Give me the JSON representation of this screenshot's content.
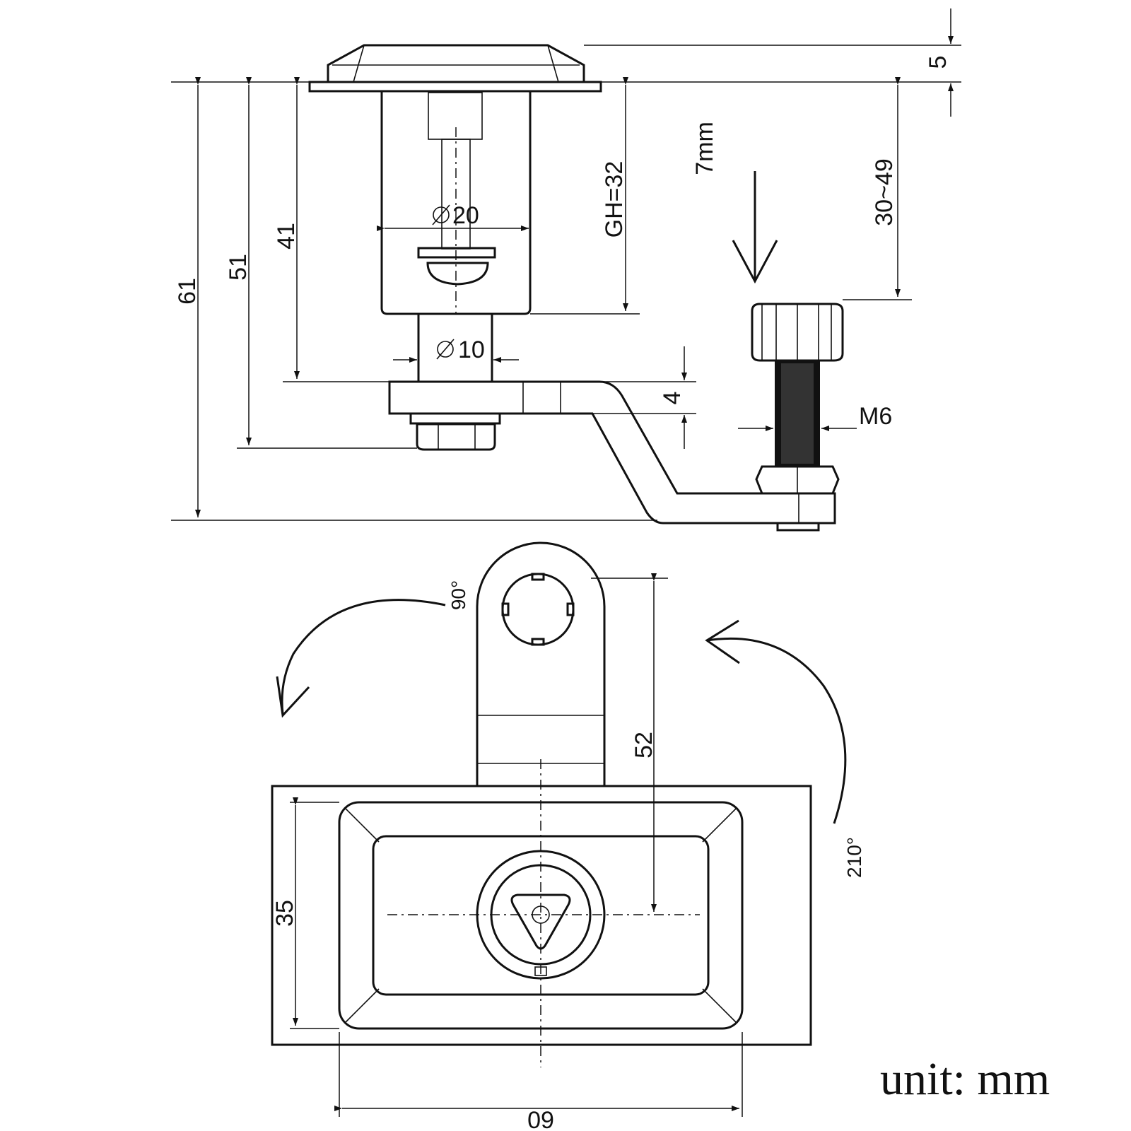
{
  "labels": {
    "d5": "5",
    "d30_49": "30~49",
    "d7mm": "7mm",
    "gh32": "GH=32",
    "d61": "61",
    "d51": "51",
    "d41": "41",
    "phi20": "20",
    "phi10": "10",
    "d4": "4",
    "m6": "M6",
    "a90": "90°",
    "a210": "210°",
    "d52": "52",
    "d35": "35",
    "d60": "09",
    "unit": "unit: mm"
  }
}
